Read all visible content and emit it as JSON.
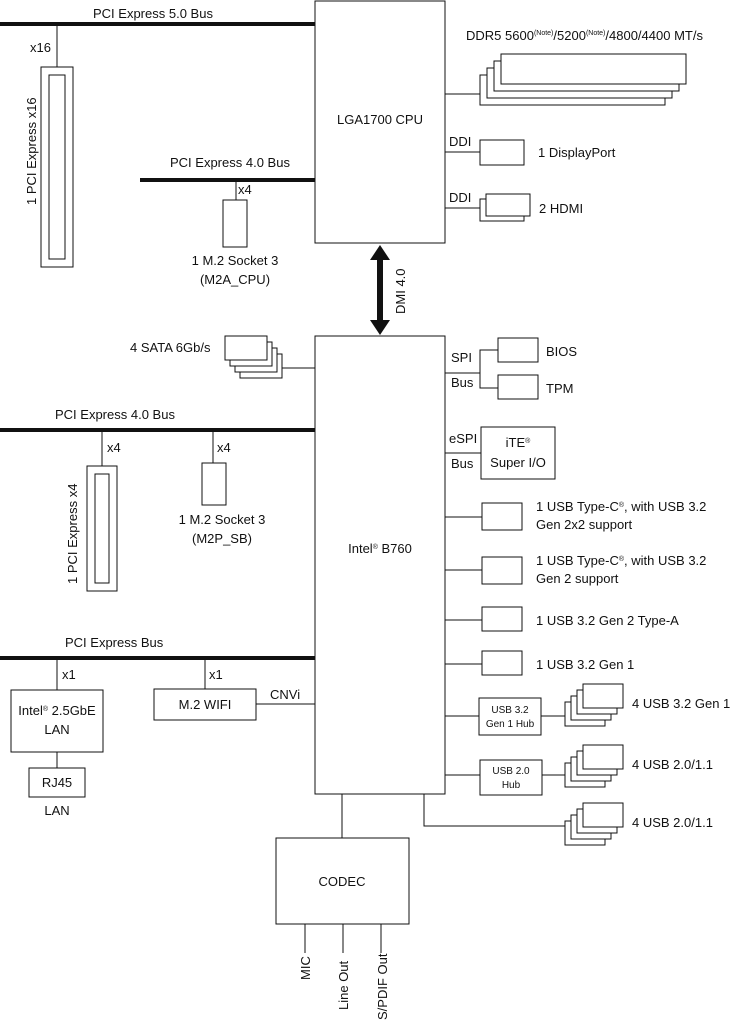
{
  "buses": {
    "pcie5": "PCI Express 5.0 Bus",
    "pcie4_cpu": "PCI Express 4.0 Bus",
    "pcie4_pch": "PCI Express 4.0 Bus",
    "pcie": "PCI Express Bus"
  },
  "cpu": {
    "label": "LGA1700 CPU"
  },
  "chipset": {
    "label_prefix": "Intel",
    "reg": "®",
    "label_suffix": " B760"
  },
  "dmi": "DMI 4.0",
  "memory": {
    "prefix": "DDR5 5600",
    "note": "(Note)",
    "mid": "/5200",
    "note2": "(Note)",
    "suffix": "/4800/4400 MT/s"
  },
  "cpu_io": {
    "ddi1": "DDI",
    "ddi2": "DDI",
    "displayport": "1 DisplayPort",
    "hdmi": "2 HDMI"
  },
  "cpu_slots": {
    "x16_label": "x16",
    "pcie_x16": "1 PCI Express x16",
    "x4_label": "x4",
    "m2a_line1": "1 M.2 Socket 3",
    "m2a_line2": "(M2A_CPU)"
  },
  "sata": "4 SATA 6Gb/s",
  "pch_slots": {
    "x4a": "x4",
    "x4b": "x4",
    "pcie_x4": "1 PCI Express x4",
    "m2p_line1": "1 M.2 Socket 3",
    "m2p_line2": "(M2P_SB)"
  },
  "lan": {
    "x1": "x1",
    "nic_prefix": "Intel",
    "nic_reg": "®",
    "nic_suffix": " 2.5GbE",
    "nic_line2": "LAN",
    "rj45": "RJ45",
    "rj45_label": "LAN"
  },
  "wifi": {
    "x1": "x1",
    "label": "M.2 WIFI",
    "cnvi": "CNVi"
  },
  "spi": {
    "spi": "SPI",
    "bus": "Bus",
    "bios": "BIOS",
    "tpm": "TPM"
  },
  "espi": {
    "espi": "eSPI",
    "bus": "Bus",
    "ite": "iTE",
    "ite_reg": "®",
    "superio": "Super I/O"
  },
  "usb": {
    "typec1_line1_prefix": "1 USB Type-C",
    "typec1_reg": "®",
    "typec1_line1_suffix": ", with USB 3.2",
    "typec1_line2": "Gen 2x2 support",
    "typec2_line1_prefix": "1 USB Type-C",
    "typec2_reg": "®",
    "typec2_line1_suffix": ", with USB 3.2",
    "typec2_line2": "Gen 2 support",
    "gen2a": "1 USB 3.2 Gen 2 Type-A",
    "gen1": "1 USB 3.2 Gen 1",
    "hub1_line1": "USB 3.2",
    "hub1_line2": "Gen 1 Hub",
    "hub1_out": "4 USB 3.2 Gen 1",
    "hub2_line1": "USB 2.0",
    "hub2_line2": "Hub",
    "hub2_out": "4 USB 2.0/1.1",
    "usb2_direct": "4 USB 2.0/1.1"
  },
  "codec": {
    "label": "CODEC",
    "mic": "MIC",
    "lineout": "Line Out",
    "spdif": "S/PDIF Out"
  }
}
